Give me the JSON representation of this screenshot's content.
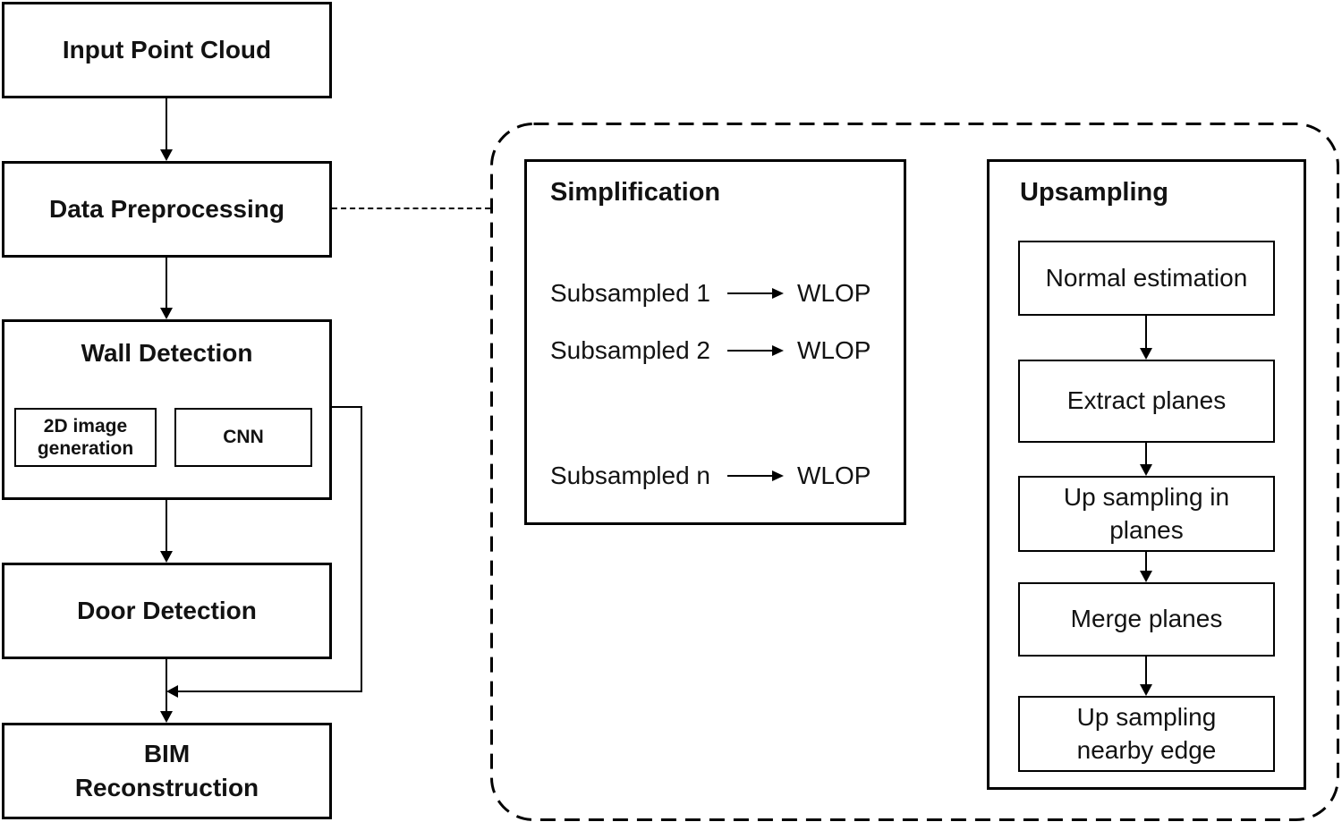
{
  "flow": {
    "nodes": {
      "input": "Input Point Cloud",
      "preprocess": "Data Preprocessing",
      "wall": "Wall Detection",
      "wall_sub_image": "2D image\ngeneration",
      "wall_sub_cnn": "CNN",
      "door": "Door Detection",
      "bim": "BIM\nReconstruction"
    }
  },
  "simplification": {
    "title": "Simplification",
    "rows": [
      {
        "source": "Subsampled 1",
        "target": "WLOP"
      },
      {
        "source": "Subsampled 2",
        "target": "WLOP"
      },
      {
        "source": "Subsampled n",
        "target": "WLOP"
      }
    ]
  },
  "upsampling": {
    "title": "Upsampling",
    "steps": [
      "Normal estimation",
      "Extract planes",
      "Up sampling in\nplanes",
      "Merge planes",
      "Up sampling\nnearby edge"
    ]
  },
  "colors": {
    "stroke": "#000000",
    "text": "#121212",
    "background": "#ffffff"
  }
}
